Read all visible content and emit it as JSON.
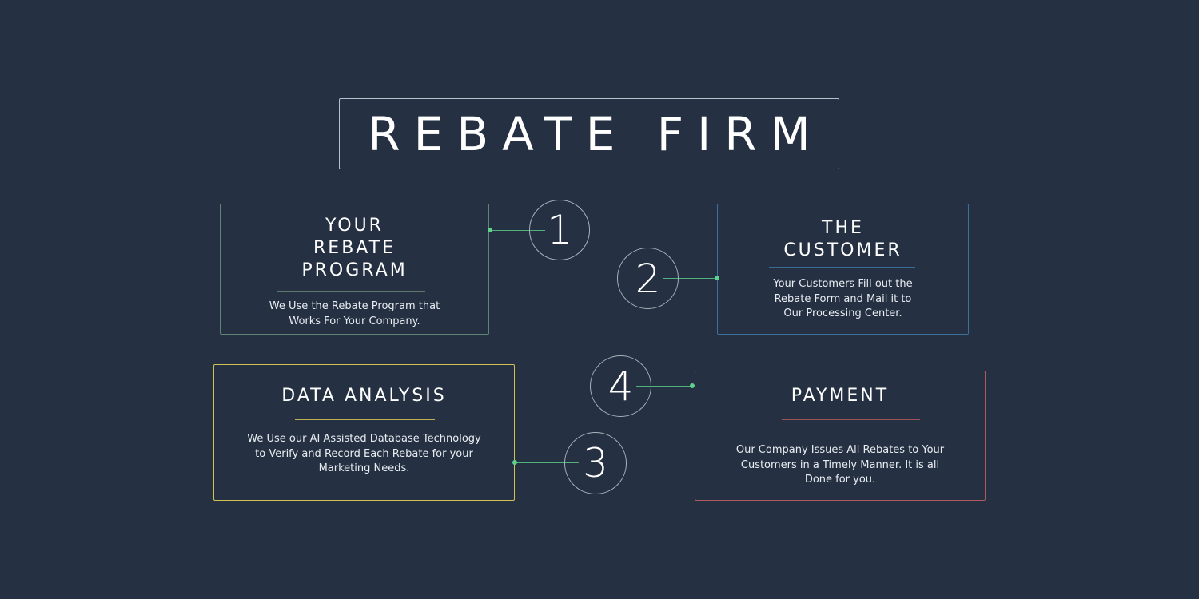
{
  "title": "REBATE FIRM",
  "steps": [
    {
      "number": "1",
      "title": "YOUR\nREBATE\nPROGRAM",
      "description": "We Use the Rebate Program that\nWorks For Your Company.",
      "border_color": "#5f8573"
    },
    {
      "number": "2",
      "title": "THE\nCUSTOMER",
      "description": "Your Customers Fill out the\nRebate Form and Mail it to\nOur Processing Center.",
      "border_color": "#3b6f9c"
    },
    {
      "number": "3",
      "title": "DATA ANALYSIS",
      "description": "We Use our AI Assisted Database Technology\nto Verify and Record Each Rebate for your\nMarketing Needs.",
      "border_color": "#d3c155"
    },
    {
      "number": "4",
      "title": "PAYMENT",
      "description": "Our Company Issues All Rebates to Your\nCustomers in a Timely Manner. It is all\nDone for you.",
      "border_color": "#b05a5f"
    }
  ],
  "colors": {
    "background": "#253142",
    "connector": "#5fd08e",
    "text": "#ffffff"
  }
}
